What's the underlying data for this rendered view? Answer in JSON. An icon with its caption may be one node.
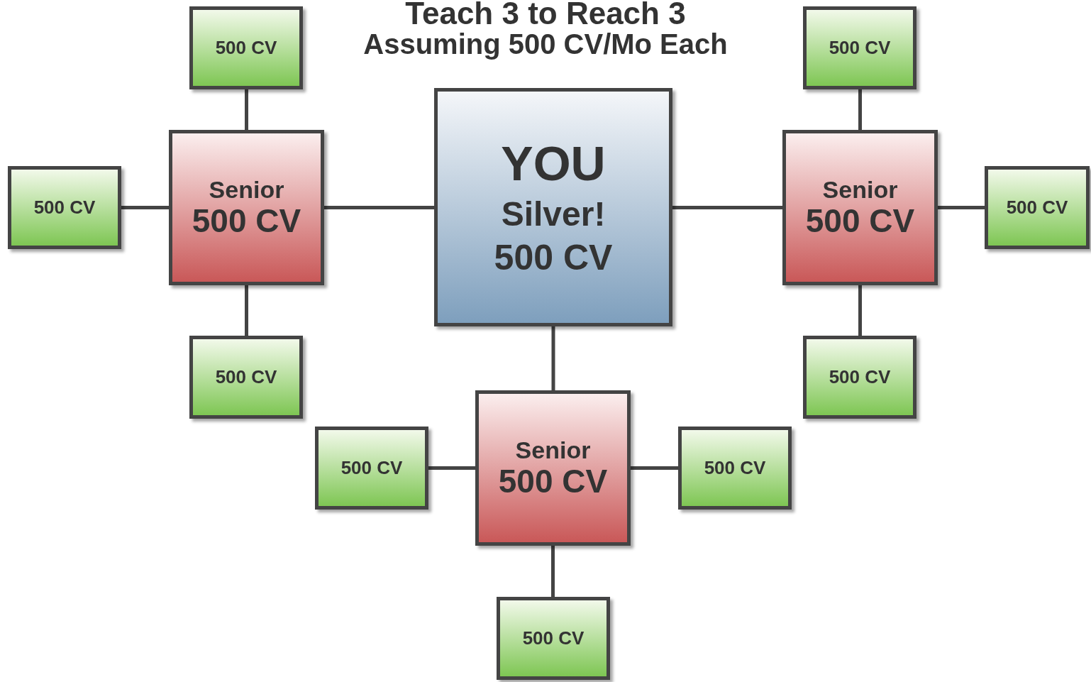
{
  "diagram": {
    "title": "Teach 3 to Reach 3",
    "caption": "Assuming 500 CV/Mo Each",
    "nodes": [
      {
        "text": [
          "YOU",
          "Silver!",
          "500 CV"
        ]
      },
      {
        "text": [
          "Senior",
          "500 CV"
        ]
      },
      {
        "text": [
          "Senior",
          "500 CV"
        ]
      },
      {
        "text": [
          "Senior",
          "500 CV"
        ]
      },
      {
        "text": [
          "500 CV"
        ]
      },
      {
        "text": [
          "500 CV"
        ]
      },
      {
        "text": [
          "500 CV"
        ]
      },
      {
        "text": [
          "500 CV"
        ]
      },
      {
        "text": [
          "500 CV"
        ]
      },
      {
        "text": [
          "500 CV"
        ]
      },
      {
        "text": [
          "500 CV"
        ]
      },
      {
        "text": [
          "500 CV"
        ]
      },
      {
        "text": [
          "500 CV"
        ]
      }
    ],
    "edges": [
      {
        "from": 0,
        "to": 1,
        "arrow": "none"
      },
      {
        "from": 0,
        "to": 2,
        "arrow": "none"
      },
      {
        "from": 0,
        "to": 3,
        "arrow": "none"
      },
      {
        "from": 1,
        "to": 4,
        "arrow": "none"
      },
      {
        "from": 1,
        "to": 5,
        "arrow": "none"
      },
      {
        "from": 1,
        "to": 6,
        "arrow": "none"
      },
      {
        "from": 2,
        "to": 7,
        "arrow": "none"
      },
      {
        "from": 2,
        "to": 8,
        "arrow": "none"
      },
      {
        "from": 2,
        "to": 9,
        "arrow": "none"
      },
      {
        "from": 3,
        "to": 10,
        "arrow": "none"
      },
      {
        "from": 3,
        "to": 11,
        "arrow": "none"
      },
      {
        "from": 3,
        "to": 12,
        "arrow": "none"
      }
    ]
  }
}
